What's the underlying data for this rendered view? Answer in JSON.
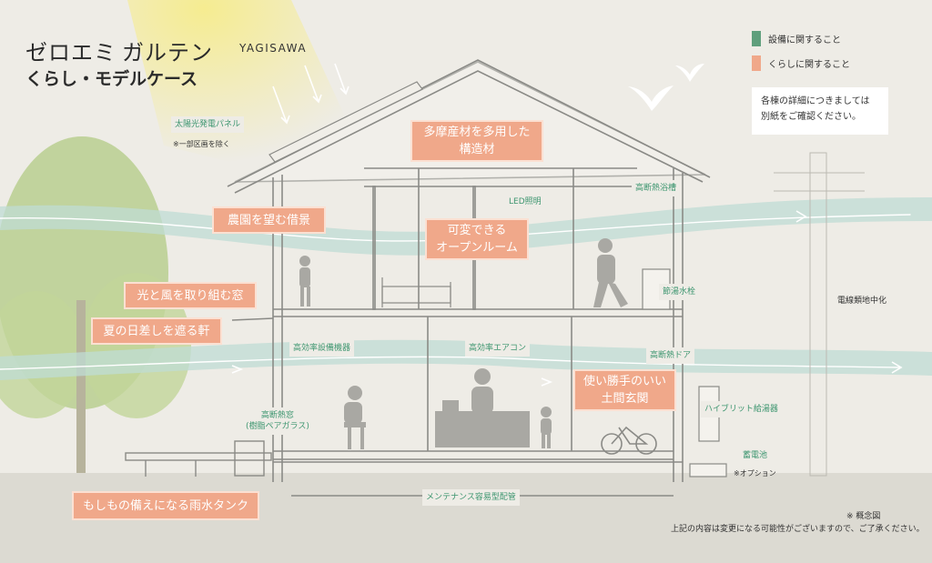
{
  "title": {
    "brand_a": "ゼロエミ",
    "brand_b": "ガルテン",
    "brand_latin": "YAGISAWA",
    "subtitle": "くらし・モデルケース"
  },
  "legend": [
    {
      "label": "設備に関すること",
      "color": "#5f9f7c"
    },
    {
      "label": "くらしに関すること",
      "color": "#f0a88a"
    }
  ],
  "info_box": {
    "line1": "各棟の詳細につきましては",
    "line2": "別紙をご確認ください。"
  },
  "colors": {
    "background": "#eeece6",
    "equipment_green": "#3e9670",
    "living_orange": "#f0a88a",
    "house_line": "#8a8a86",
    "silhouette": "#a9a8a3",
    "wind": "#bfdcd4",
    "tree": "#b9cf8f",
    "sun": "#f6ec8c"
  },
  "living_labels": {
    "tama_wood": [
      "多摩産材を多用した",
      "構造材"
    ],
    "farm_view": "農園を望む借景",
    "open_room": [
      "可変できる",
      "オープンルーム"
    ],
    "wind_window": "光と風を取り組む窓",
    "eaves": "夏の日差しを遮る軒",
    "doma": [
      "使い勝手のいい",
      "土間玄関"
    ],
    "rain_tank": "もしもの備えになる雨水タンク"
  },
  "equipment_labels": {
    "solar": "太陽光発電パネル",
    "led": "LED照明",
    "bath": "高断熱浴槽",
    "faucet": "節湯水栓",
    "hvac_equipment": "高効率設備機器",
    "aircon": "高効率エアコン",
    "door": "高断熱ドア",
    "window": [
      "高断熱窓",
      "(樹脂ペアガラス)"
    ],
    "water_heater": "ハイブリット給湯器",
    "battery": "蓄電池",
    "piping": "メンテナンス容易型配管"
  },
  "notes": {
    "solar_note": "※一部区画を除く",
    "battery_note": "※オプション",
    "underground": "電線類地中化",
    "concept": "※ 概念図",
    "disclaimer": "上記の内容は変更になる可能性がございますので、ご了承ください。"
  }
}
